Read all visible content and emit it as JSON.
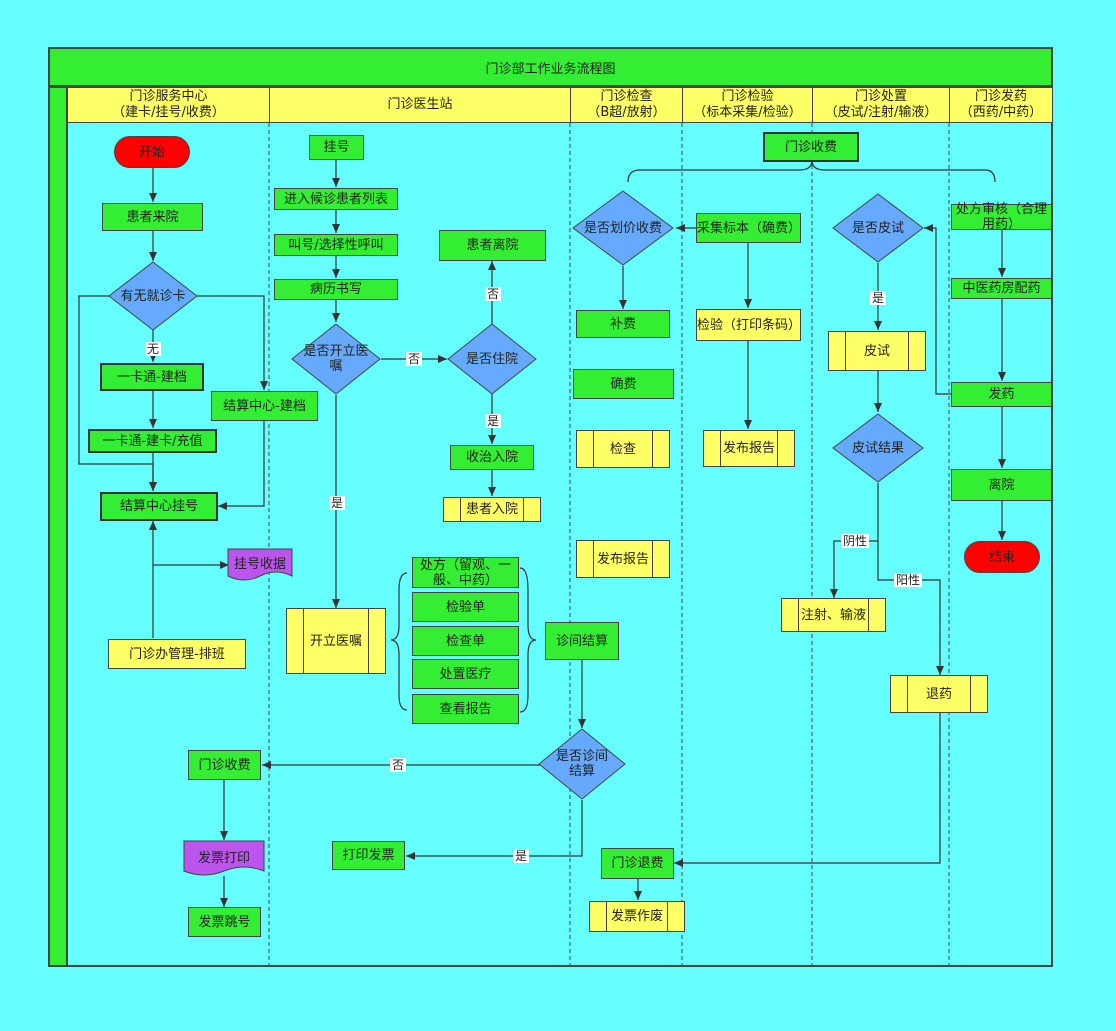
{
  "title": "门诊部工作业务流程图",
  "lanes": [
    {
      "line1": "门诊服务中心",
      "line2": "（建卡/挂号/收费）"
    },
    {
      "line1": "门诊医生站",
      "line2": ""
    },
    {
      "line1": "门诊检查",
      "line2": "（B超/放射）"
    },
    {
      "line1": "门诊检验",
      "line2": "（标本采集/检验）"
    },
    {
      "line1": "门诊处置",
      "line2": "（皮试/注射/输液）"
    },
    {
      "line1": "门诊发药",
      "line2": "（西药/中药）"
    }
  ],
  "nodes": {
    "start": "开始",
    "arrive": "患者来院",
    "has_card": "有无就诊卡",
    "card_create": "一卡通-建档",
    "settle_create": "结算中心-建档",
    "card_topup": "一卡通-建卡/充值",
    "settle_register": "结算中心挂号",
    "register_receipt": "挂号收据",
    "office_schedule": "门诊办管理-排班",
    "fee_collect_left": "门诊收费",
    "invoice_print": "发票打印",
    "invoice_jump": "发票跳号",
    "register": "挂号",
    "enter_queue": "进入候诊患者列表",
    "call": "叫号/选择性呼叫",
    "record": "病历书写",
    "order_q": "是否开立医嘱",
    "open_order": "开立医嘱",
    "rx": "处方（留观、一般、中药）",
    "lab_form": "检验单",
    "exam_form": "检查单",
    "treat": "处置医疗",
    "view_report": "查看报告",
    "clinic_settle": "诊间结算",
    "clinic_settle_q": "是否诊间结算",
    "print_invoice": "打印发票",
    "leave": "患者离院",
    "hosp_q": "是否住院",
    "admit": "收治入院",
    "inpatient": "患者入院",
    "price_q": "是否划价收费",
    "pay_more": "补费",
    "confirm_fee": "确费",
    "exam": "检查",
    "exam_report": "发布报告",
    "refund": "门诊退费",
    "void_invoice": "发票作废",
    "sample": "采集标本（确费）",
    "lab_test": "检验（打印条码）",
    "lab_report": "发布报告",
    "fee_collect_top": "门诊收费",
    "skin_q": "是否皮试",
    "skin_test": "皮试",
    "skin_result": "皮试结果",
    "inject": "注射、输液",
    "return_drug": "退药",
    "rx_review": "处方审核（合理用药）",
    "tcm": "中医药房配药",
    "dispense": "发药",
    "discharge": "离院",
    "end": "结束"
  },
  "edge_labels": {
    "none": "无",
    "no1": "否",
    "no2": "否",
    "no3": "否",
    "yes1": "是",
    "yes2": "是",
    "yes3": "是",
    "yes4": "是",
    "negative": "阴性",
    "positive": "阳性"
  }
}
